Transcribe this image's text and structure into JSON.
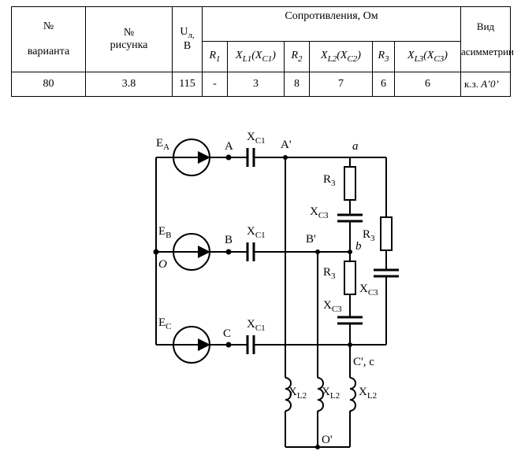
{
  "table": {
    "headers": {
      "variant": [
        "№",
        "варианта"
      ],
      "figure": [
        "№",
        "рисунка"
      ],
      "voltage": [
        "U",
        "л,",
        "В"
      ],
      "resistance_group": "Сопротивления, Ом",
      "asymmetry": [
        "Вид",
        "асимметрии"
      ],
      "r1": [
        "R",
        "1"
      ],
      "xl1": [
        "X",
        "L1",
        "(X",
        "C1",
        ")"
      ],
      "r2": [
        "R",
        "2"
      ],
      "xl2": [
        "X",
        "L2",
        "(X",
        "C2",
        ")"
      ],
      "r3": [
        "R",
        "3"
      ],
      "xl3": [
        "X",
        "L3",
        "(X",
        "C3",
        ")"
      ]
    },
    "row": {
      "variant": "80",
      "figure": "3.8",
      "voltage": "115",
      "r1": "-",
      "xl1": "3",
      "r2": "8",
      "xl2": "7",
      "r3": "6",
      "xl3": "6",
      "asymmetry_prefix": "к.з.",
      "asymmetry_value": "A’0’"
    }
  },
  "circuit": {
    "source_a": [
      "E",
      "A"
    ],
    "source_b": [
      "E",
      "B"
    ],
    "source_c": [
      "E",
      "C"
    ],
    "node_o": "O",
    "node_a": "A",
    "node_b": "B",
    "node_c": "C",
    "cap_a": [
      "X",
      "C1"
    ],
    "cap_b": [
      "X",
      "C1"
    ],
    "cap_c": [
      "X",
      "C1"
    ],
    "node_a_prime": "A'",
    "node_b_prime": "B'",
    "node_a_small": "a",
    "node_b_small": "b",
    "node_c_prime": "C', c",
    "r3_top": [
      "R",
      "3"
    ],
    "xc3_top": [
      "X",
      "C3"
    ],
    "r3_mid": [
      "R",
      "3"
    ],
    "xc3_mid": [
      "X",
      "C3"
    ],
    "r3_right": [
      "R",
      "3"
    ],
    "xc3_right": [
      "X",
      "C3"
    ],
    "xl2_1": [
      "X",
      "L2"
    ],
    "xl2_2": [
      "X",
      "L2"
    ],
    "xl2_3": [
      "X",
      "L2"
    ],
    "node_o_prime": "O'"
  }
}
